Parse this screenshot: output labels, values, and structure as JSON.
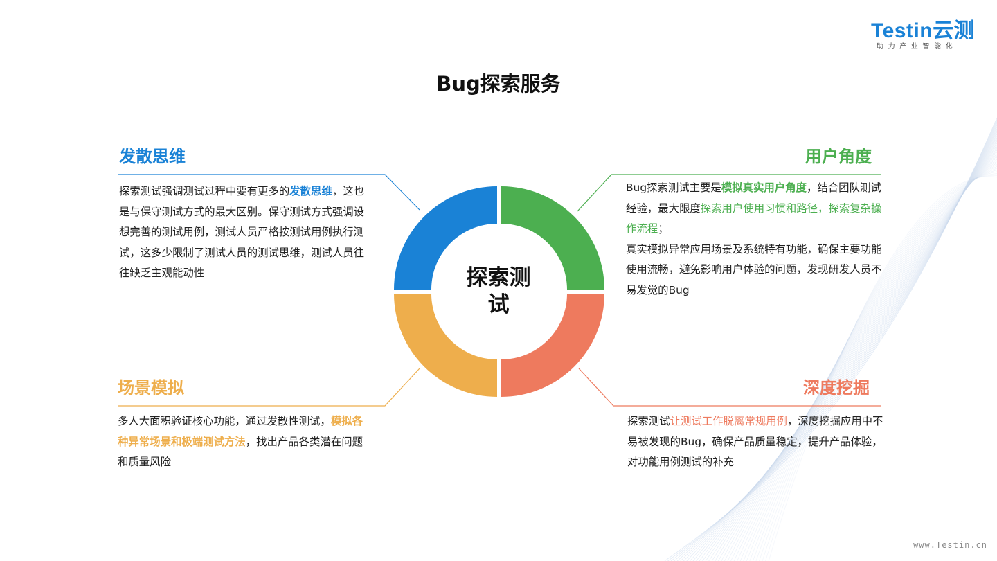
{
  "logo": {
    "main": "Testin云测",
    "sub": "助力产业智能化"
  },
  "title": "Bug探索服务",
  "center": {
    "label": "探索测试"
  },
  "sections": {
    "divergent": {
      "heading": "发散思维",
      "color": "#1a82d6",
      "text_1": "探索测试强调测试过程中要有更多的",
      "highlight_1": "发散思维",
      "text_2": "，这也是与保守测试方式的最大区别。保守测试方式强调设想完善的测试用例，测试人员严格按测试用例执行测试，这多少限制了测试人员的测试思维，测试人员往往缺乏主观能动性"
    },
    "user": {
      "heading": "用户角度",
      "color": "#4caf50",
      "text_1": "Bug探索测试主要是",
      "highlight_1": "模拟真实用户角度",
      "text_2": "，结合团队测试经验，最大限度",
      "highlight_2": "探索用户使用习惯和路径，探索复杂操作流程",
      "text_3": "；",
      "text_4": "真实模拟异常应用场景及系统特有功能，确保主要功能使用流畅，避免影响用户体验的问题，发现研发人员不易发觉的Bug"
    },
    "scenario": {
      "heading": "场景模拟",
      "color": "#eeae4c",
      "text_1": "多人大面积验证核心功能，通过发散性测试，",
      "highlight_1": "模拟各种异常场景和极端测试方法",
      "text_2": "，找出产品各类潜在问题和质量风险"
    },
    "deep": {
      "heading": "深度挖掘",
      "color": "#ee7a5e",
      "text_1": "探索测试",
      "highlight_1": "让测试工作脱离常规用例",
      "text_2": "，深度挖掘应用中不易被发现的Bug，确保产品质量稳定，提升产品体验，对功能用例测试的补充"
    }
  },
  "footer": {
    "url": "www.Testin.cn"
  }
}
